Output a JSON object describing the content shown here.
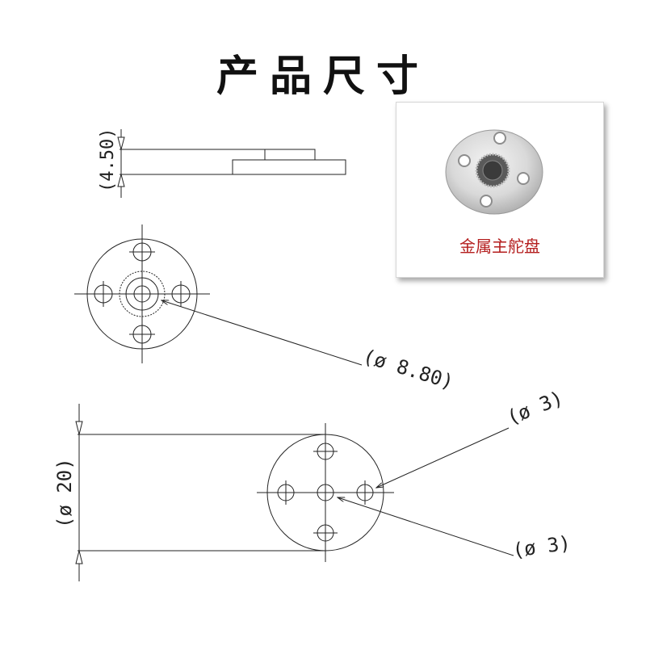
{
  "page": {
    "title": "产品尺寸"
  },
  "product": {
    "caption": "金属主舵盘"
  },
  "dimensions": {
    "thickness": "(4.50)",
    "spline_diameter": "(ø 8.80)",
    "outer_diameter": "(ø 20)",
    "hole_a": "(ø 3)",
    "hole_b": "(ø 3)"
  },
  "colors": {
    "line": "#222222",
    "caption": "#b41e1e"
  }
}
